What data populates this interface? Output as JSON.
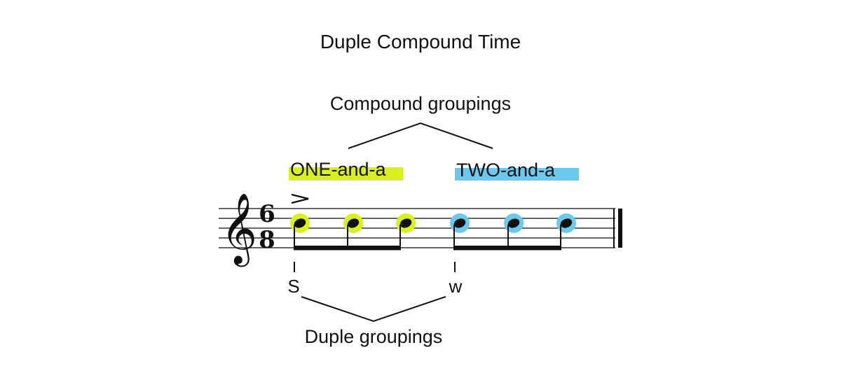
{
  "title": "Duple Compound Time",
  "compound_label": "Compound groupings",
  "duple_label": "Duple groupings",
  "time_signature": {
    "numerator": "6",
    "denominator": "8"
  },
  "groups": [
    {
      "label": "ONE-and-a",
      "color": "#d9f01c",
      "beat_marker": "S",
      "accent": true
    },
    {
      "label": "TWO-and-a",
      "color": "#6cc8ec",
      "beat_marker": "w",
      "accent": false
    }
  ],
  "notes_per_group": 3,
  "colors": {
    "ink": "#111111",
    "staff": "#333333"
  },
  "icons": {
    "clef": "treble-clef-icon",
    "accent": "accent-mark-icon"
  }
}
